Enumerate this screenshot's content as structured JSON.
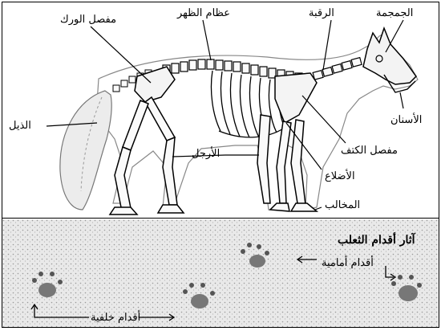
{
  "labels": {
    "skull": "الجمجمة",
    "neck": "الرقبة",
    "backbone": "عظام الظهر",
    "hip_joint": "مفصل الورك",
    "tail": "الذيل",
    "teeth": "الأسنان",
    "shoulder_joint": "مفصل الكتف",
    "legs": "الأرجل",
    "ribs": "الأضلاع",
    "claws": "المخالب"
  },
  "tracks": {
    "title": "آثار أقدام الثعلب",
    "front_feet": "أقدام أمامية",
    "hind_feet": "أقدام خلفية"
  }
}
